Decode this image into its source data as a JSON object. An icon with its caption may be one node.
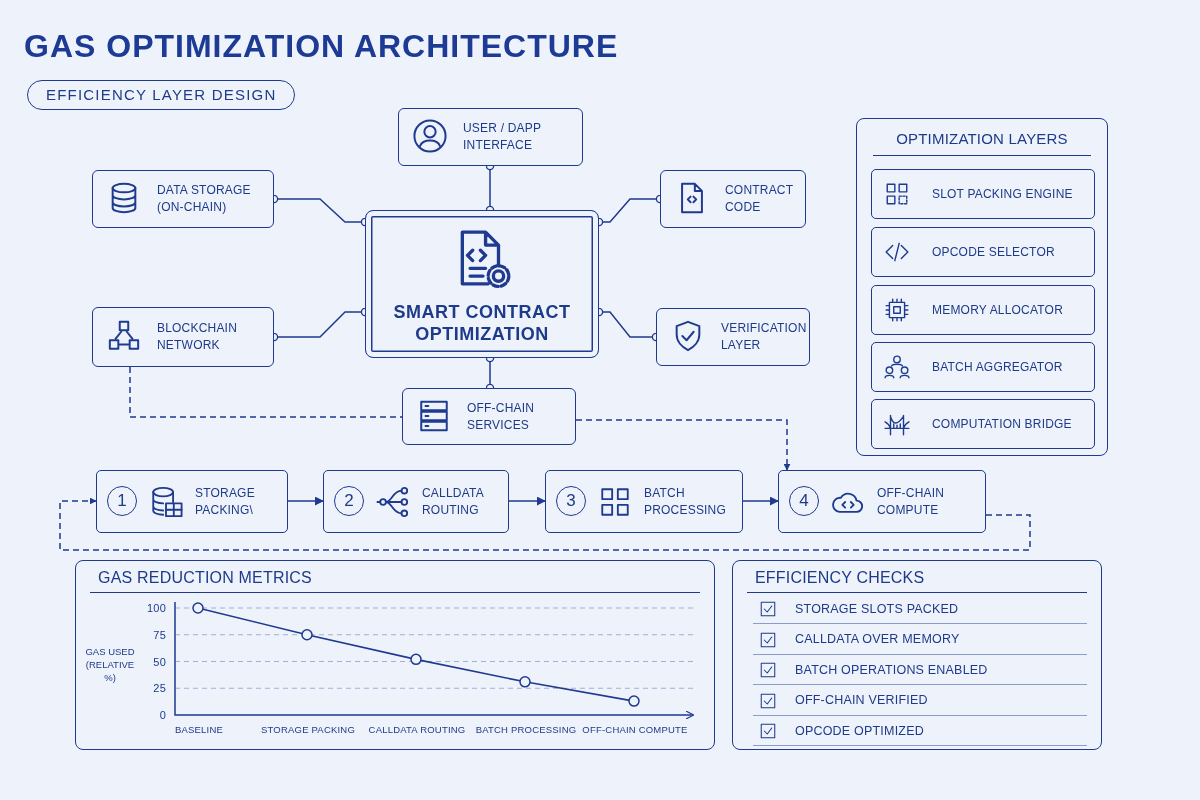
{
  "diagram": {
    "title": "GAS OPTIMIZATION ARCHITECTURE",
    "nodes": [
      {
        "text": [
          "USER / DAPP INTERFACE"
        ]
      },
      {
        "text": [
          "DATA STORAGE (ON-CHAIN)"
        ]
      },
      {
        "text": [
          "CONTRACT CODE"
        ]
      },
      {
        "text": [
          "SMART CONTRACT OPTIMIZATION"
        ]
      },
      {
        "text": [
          "BLOCKCHAIN NETWORK"
        ]
      },
      {
        "text": [
          "VERIFICATION LAYER"
        ]
      },
      {
        "text": [
          "OFF-CHAIN SERVICES"
        ]
      },
      {
        "text": [
          "OPTIMIZATION LAYERS"
        ]
      },
      {
        "text": [
          "SLOT PACKING ENGINE"
        ],
        "in": 7
      },
      {
        "text": [
          "OPCODE SELECTOR"
        ],
        "in": 7
      },
      {
        "text": [
          "MEMORY ALLOCATOR"
        ],
        "in": 7
      },
      {
        "text": [
          "BATCH AGGREGATOR"
        ],
        "in": 7
      },
      {
        "text": [
          "COMPUTATION BRIDGE"
        ],
        "in": 7
      },
      {
        "text": [
          "1",
          "STORAGE PACKING\\"
        ]
      },
      {
        "text": [
          "2",
          "CALLDATA ROUTING"
        ]
      },
      {
        "text": [
          "3",
          "BATCH PROCESSING"
        ]
      },
      {
        "text": [
          "4",
          "OFF-CHAIN COMPUTE"
        ]
      },
      {
        "text": [
          "GAS REDUCTION METRICS"
        ]
      },
      {
        "text": [
          "EFFICIENCY CHECKS"
        ]
      },
      {
        "text": [
          "STORAGE SLOTS PACKED"
        ],
        "in": 18
      },
      {
        "text": [
          "CALLDATA OVER MEMORY"
        ],
        "in": 18
      },
      {
        "text": [
          "BATCH OPERATIONS ENABLED"
        ],
        "in": 18
      },
      {
        "text": [
          "OFF-CHAIN VERIFIED"
        ],
        "in": 18
      },
      {
        "text": [
          "OPCODE OPTIMIZED"
        ],
        "in": 18
      }
    ],
    "edges": [
      {
        "from": 0,
        "to": 3,
        "arrow": "other"
      },
      {
        "from": 1,
        "to": 3,
        "arrow": "other"
      },
      {
        "from": 2,
        "to": 3,
        "arrow": "other"
      },
      {
        "from": 4,
        "to": 3,
        "arrow": "other"
      },
      {
        "from": 5,
        "to": 3,
        "arrow": "other"
      },
      {
        "from": 3,
        "to": 6,
        "arrow": "other"
      },
      {
        "from": 4,
        "to": 6,
        "arrow": "none",
        "style": "dashed"
      },
      {
        "from": 6,
        "to": 16,
        "arrow": "to",
        "style": "dashed"
      },
      {
        "from": 13,
        "to": 14,
        "arrow": "to"
      },
      {
        "from": 14,
        "to": 15,
        "arrow": "to"
      },
      {
        "from": 15,
        "to": 16,
        "arrow": "to"
      },
      {
        "from": 16,
        "to": 13,
        "arrow": "to",
        "style": "dashed"
      }
    ],
    "labels": [
      "EFFICIENCY LAYER DESIGN"
    ],
    "chart_data": {
      "type": "line",
      "ylabel": "GAS USED (RELATIVE %)",
      "categories": [
        "BASELINE",
        "STORAGE PACKING",
        "CALLDATA ROUTING",
        "BATCH PROCESSING",
        "OFF-CHAIN COMPUTE"
      ],
      "values": [
        100,
        75,
        52,
        31,
        13
      ],
      "ylim": [
        0,
        100
      ],
      "yticks": [
        0,
        25,
        50,
        75,
        100
      ],
      "grid": true,
      "marker": true
    }
  }
}
